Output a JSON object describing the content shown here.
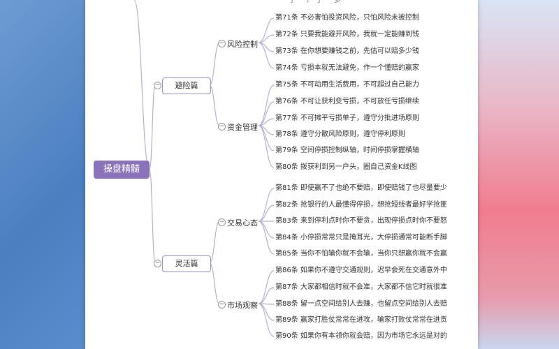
{
  "root": "操盘精髓",
  "sections": [
    {
      "label": "避险篇",
      "groups": [
        {
          "label": "风险控制",
          "items": [
            "第71条 不必害怕投资风险，只怕风险未被控制",
            "第72条 只要我能避开风险，我就一定能赚到钱",
            "第73条 在你想要赚钱之前，先估可以赔多少钱",
            "第74条 亏损本就无法避免，作一个懂赔的赢家"
          ]
        },
        {
          "label": "资金管理",
          "items": [
            "第75条 不可动用生活费用，不可超过自己能力",
            "第76条 不可让获利变亏损，不可放任亏损继续",
            "第77条 不可摊平亏损单子，遵守分批进场原则",
            "第78条 遵守分散风险原则，遵守停利原则",
            "第79条 空间停损控制纵轴，时间停损掌握横轴",
            "第80条 拨获利到另一户头，圈自己资金K线图"
          ]
        }
      ]
    },
    {
      "label": "灵活篇",
      "groups": [
        {
          "label": "交易心态",
          "items": [
            "第81条 即使赢不了也绝不要赔，即使赔钱了也尽量要少",
            "第82条 抢银行的人最懂得停损，想抢短线者最好学抢匪",
            "第83条 来到停利点时你不要贪，出现停损点时你不要怒",
            "第84条 小停损常常只是掩耳光，大停损通常可能断手脚",
            "第85条 当你不怕输你就不会输，当你只想赢你就不会赢"
          ]
        },
        {
          "label": "市场观察",
          "items": [
            "第86条 如果你不遵守交通规则，迟早会死在交通意外中",
            "第87条 大家都相信时就不会准，大家都不信它时就很准",
            "第88条 留一点空间给别人去赚，也留点空间给别人去赔",
            "第89条 赢家打胜仗常常在进攻，输家打败仗常常在进贡",
            "第90条 如果你有本领你就会赔，因为市场它永远是对的"
          ]
        }
      ]
    }
  ],
  "top_fragment": "· · · 于 · · 户 于 · · 多 · ·"
}
